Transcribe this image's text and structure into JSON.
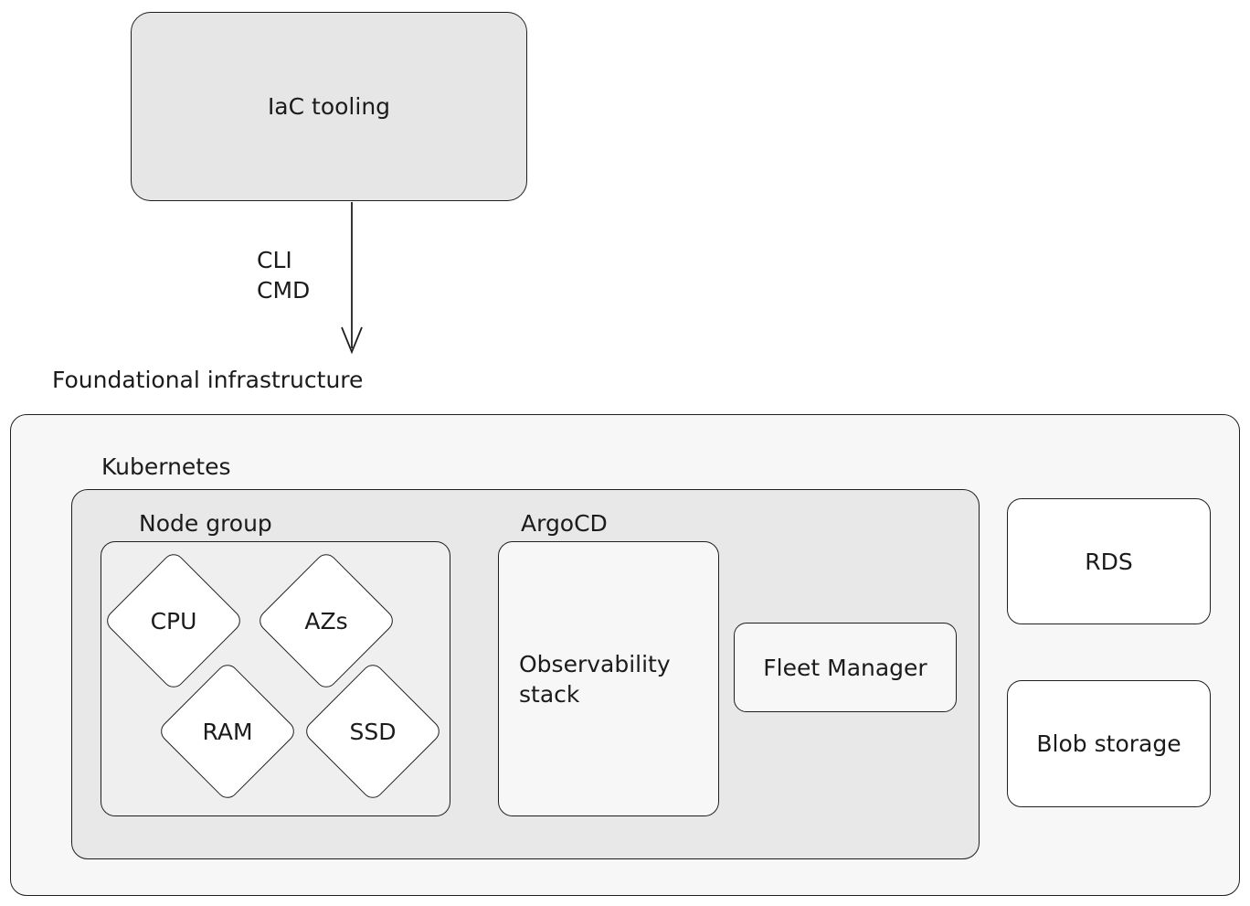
{
  "diagram": {
    "title": "Foundational infrastructure",
    "colors": {
      "stroke": "#1f1f1f",
      "text": "#1b1b1b",
      "canvas": "#ffffff",
      "iac_fill": "#e6e6e6",
      "outer_cluster_fill": "#f7f7f7",
      "mid_cluster_fill": "#e8e8e8",
      "nodegroup_panel_fill": "#efefef",
      "node_fill": "#ffffff",
      "soft_node_fill": "#f7f7f7"
    },
    "top_node": {
      "label": "IaC tooling"
    },
    "edge": {
      "from": "IaC tooling",
      "to": "Foundational infrastructure",
      "label_line1": "CLI",
      "label_line2": "CMD",
      "arrowhead": "open-v"
    },
    "foundational": {
      "caption": "Foundational infrastructure",
      "kubernetes_label": "Kubernetes",
      "node_group_label": "Node group",
      "argocd_label": "ArgoCD",
      "node_group_items": [
        {
          "label": "CPU",
          "shape": "diamond"
        },
        {
          "label": "AZs",
          "shape": "diamond"
        },
        {
          "label": "RAM",
          "shape": "diamond"
        },
        {
          "label": "SSD",
          "shape": "diamond"
        }
      ],
      "argocd_items": [
        {
          "label": "Observability stack",
          "shape": "rounded-rect"
        },
        {
          "label": "Fleet Manager",
          "shape": "rounded-rect"
        }
      ],
      "side_services": [
        {
          "label": "RDS",
          "shape": "rounded-rect"
        },
        {
          "label": "Blob storage",
          "shape": "rounded-rect"
        }
      ]
    }
  }
}
